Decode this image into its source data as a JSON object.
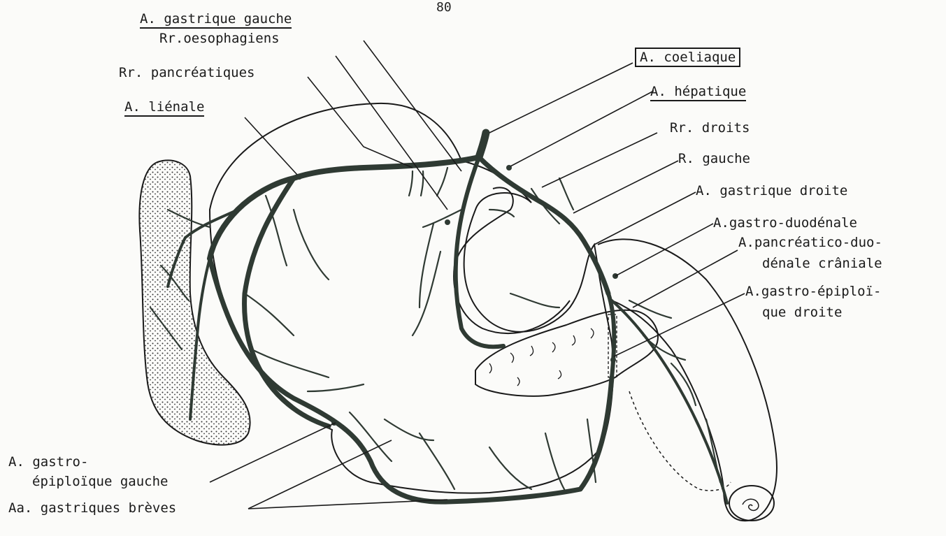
{
  "page_number": "80",
  "labels": {
    "gastrique_gauche": "A. gastrique gauche",
    "oesophagiens": "Rr.oesophagiens",
    "pancreatiques": "Rr. pancréatiques",
    "lienale": "A. liénale",
    "coeliaque": "A. coeliaque",
    "hepatique": "A. hépatique",
    "droits": "Rr. droits",
    "r_gauche": "R. gauche",
    "gastrique_droite": "A. gastrique droite",
    "gastro_duodenale": "A.gastro-duodénale",
    "pancreatico_1": "A.pancréatico-duo-",
    "pancreatico_2": "dénale crâniale",
    "gastro_epiploique_d_1": "A.gastro-épiploï-",
    "gastro_epiploique_d_2": "que droite",
    "gastro_epiploique_g_1": "A. gastro-",
    "gastro_epiploique_g_2": "épiploïque gauche",
    "breves": "Aa. gastriques brèves"
  },
  "colors": {
    "vessel": "#2f3a33",
    "line": "#1a1a1a",
    "stipple": "#333333"
  }
}
